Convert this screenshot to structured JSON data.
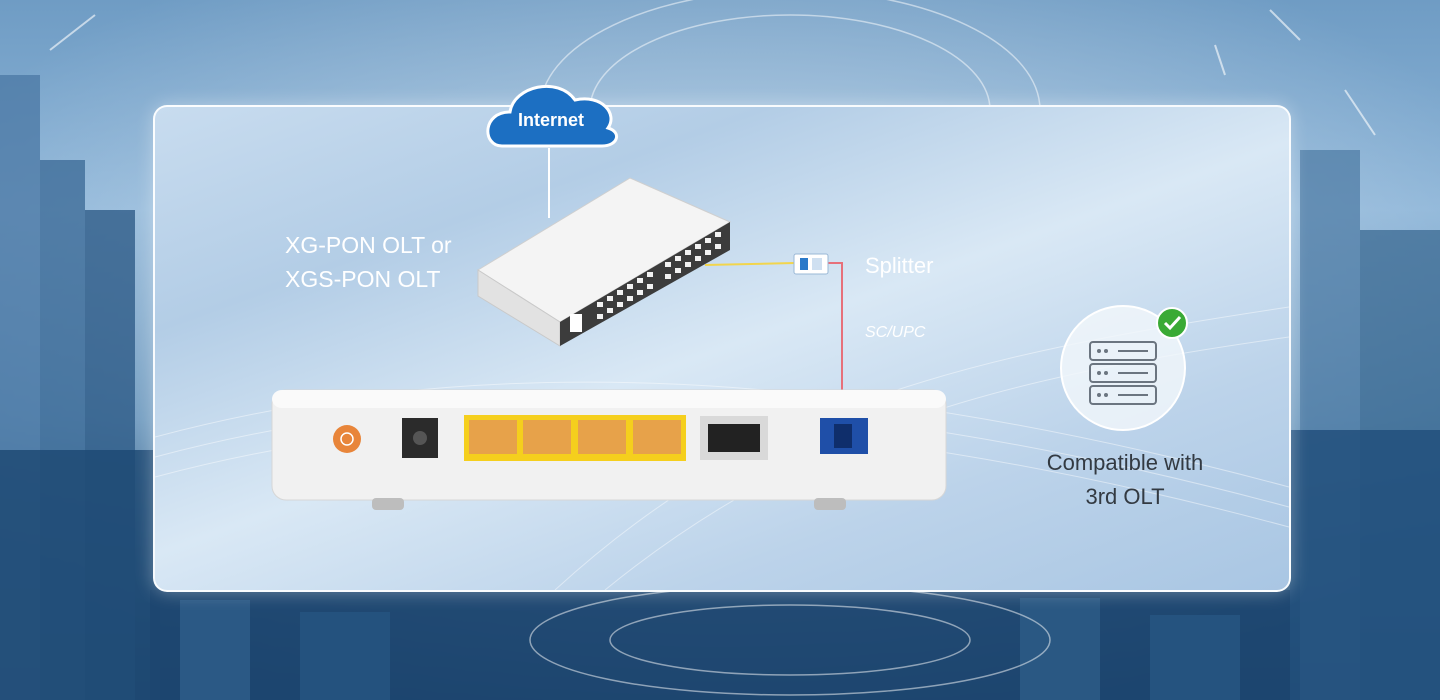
{
  "labels": {
    "cloud": "Internet",
    "olt_line1": "XG-PON OLT or",
    "olt_line2": "XGS-PON OLT",
    "splitter": "Splitter",
    "connector": "SC/UPC",
    "compat_line1": "Compatible with",
    "compat_line2": "3rd OLT"
  },
  "colors": {
    "cloud_blue": "#1c6fc2",
    "fiber_yellow": "#f2d54c",
    "fiber_red": "#e7707a",
    "lan_port_yellow": "#f5cf1d",
    "power_button_orange": "#e8853a",
    "pon_port_blue": "#1f4fa8",
    "check_green": "#3aaa35"
  },
  "icons": [
    "cloud-icon",
    "splitter-icon",
    "server-stack-icon",
    "check-badge-icon"
  ]
}
